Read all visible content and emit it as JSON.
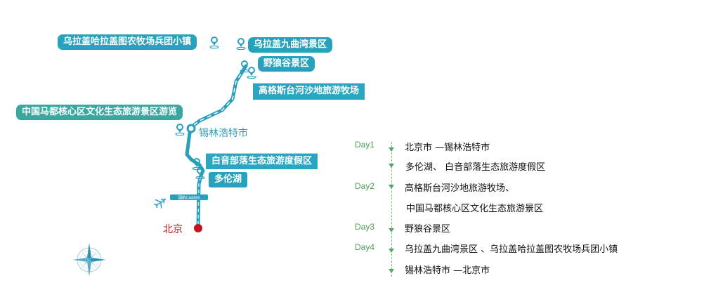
{
  "map": {
    "places": {
      "wulagai_farm": "乌拉盖哈拉盖图农牧场兵团小镇",
      "jiuqu_bay": "乌拉盖九曲湾景区",
      "yelanggu": "野狼谷景区",
      "gegesitai": "高格斯台河沙地旅游牧场",
      "madu": "中国马都核心区文化生态旅游景区游览",
      "xilinhot": "锡林浩特市",
      "baiyin": "白音部落生态旅游度假区",
      "duolun_lake": "多伦湖",
      "beijing": "北京",
      "flight": "国航CA8889"
    },
    "colors": {
      "route": "#2a9fbd",
      "tag": "#27a2bd",
      "beijing_dot": "#c4141b",
      "beijing_text": "#b0171e",
      "xilinhot_text": "#2a9fbd"
    },
    "icons": [
      "location-pin-icon",
      "airplane-icon",
      "compass-rose-icon"
    ]
  },
  "itinerary": {
    "colors": {
      "day_label": "#4d9e5a",
      "timeline": "#7dbf83"
    },
    "days": [
      {
        "label": "Day1",
        "items": [
          "北京市 —锡林浩特市",
          "多伦湖、 白音部落生态旅游度假区"
        ]
      },
      {
        "label": "Day2",
        "items": [
          "高格斯台河沙地旅游牧场、",
          "中国马都核心区文化生态旅游景区"
        ]
      },
      {
        "label": "Day3",
        "items": [
          "野狼谷景区"
        ]
      },
      {
        "label": "Day4",
        "items": [
          "乌拉盖九曲湾景区 、乌拉盖哈拉盖图农牧场兵团小镇",
          "锡林浩特市 —北京市"
        ]
      }
    ]
  }
}
